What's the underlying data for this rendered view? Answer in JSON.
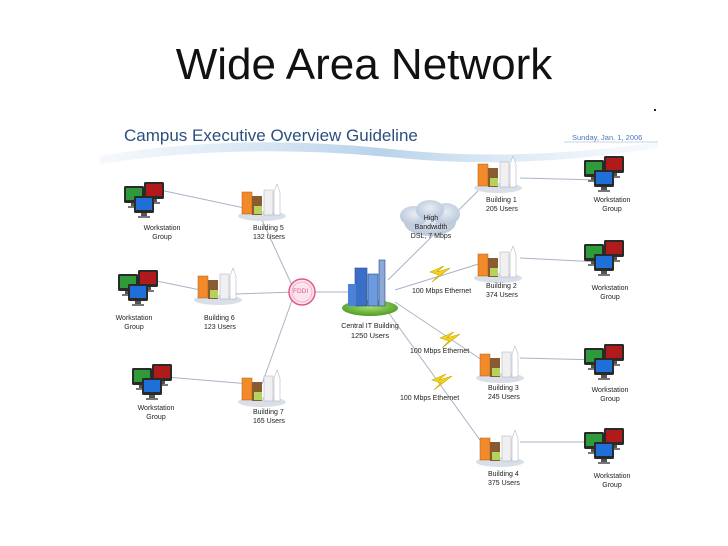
{
  "slide": {
    "title": "Wide Area Network"
  },
  "figure": {
    "title": "Campus Executive Overview Guideline",
    "date": "Sunday, Jan. 1, 2006",
    "fddi": "FDDI",
    "cloud": {
      "line1": "High",
      "line2": "Bandwidth",
      "line3": "DSL, 7 Mbps"
    },
    "central": {
      "name": "Central IT Building",
      "users": "1250 Users"
    },
    "buildings": [
      {
        "name": "Building 1",
        "users": "205 Users"
      },
      {
        "name": "Building 2",
        "users": "374 Users"
      },
      {
        "name": "Building 3",
        "users": "245 Users"
      },
      {
        "name": "Building 4",
        "users": "375 Users"
      },
      {
        "name": "Building 5",
        "users": "132 Users"
      },
      {
        "name": "Building 6",
        "users": "123 Users"
      },
      {
        "name": "Building 7",
        "users": "165 Users"
      }
    ],
    "links": [
      {
        "label": "100 Mbps Ethernet"
      },
      {
        "label": "100 Mbps Ethernet"
      },
      {
        "label": "100 Mbps Ethernet"
      }
    ],
    "workstation": {
      "line1": "Workstation",
      "line2": "Group"
    }
  },
  "colors": {
    "title_blue": "#2b4f7f",
    "line_gray": "#a8b4c4",
    "monitor_green": "#2f9a3a",
    "monitor_red": "#b01a1a",
    "monitor_blue": "#1e6fd8",
    "fddi_pink": "#e05a8a"
  }
}
